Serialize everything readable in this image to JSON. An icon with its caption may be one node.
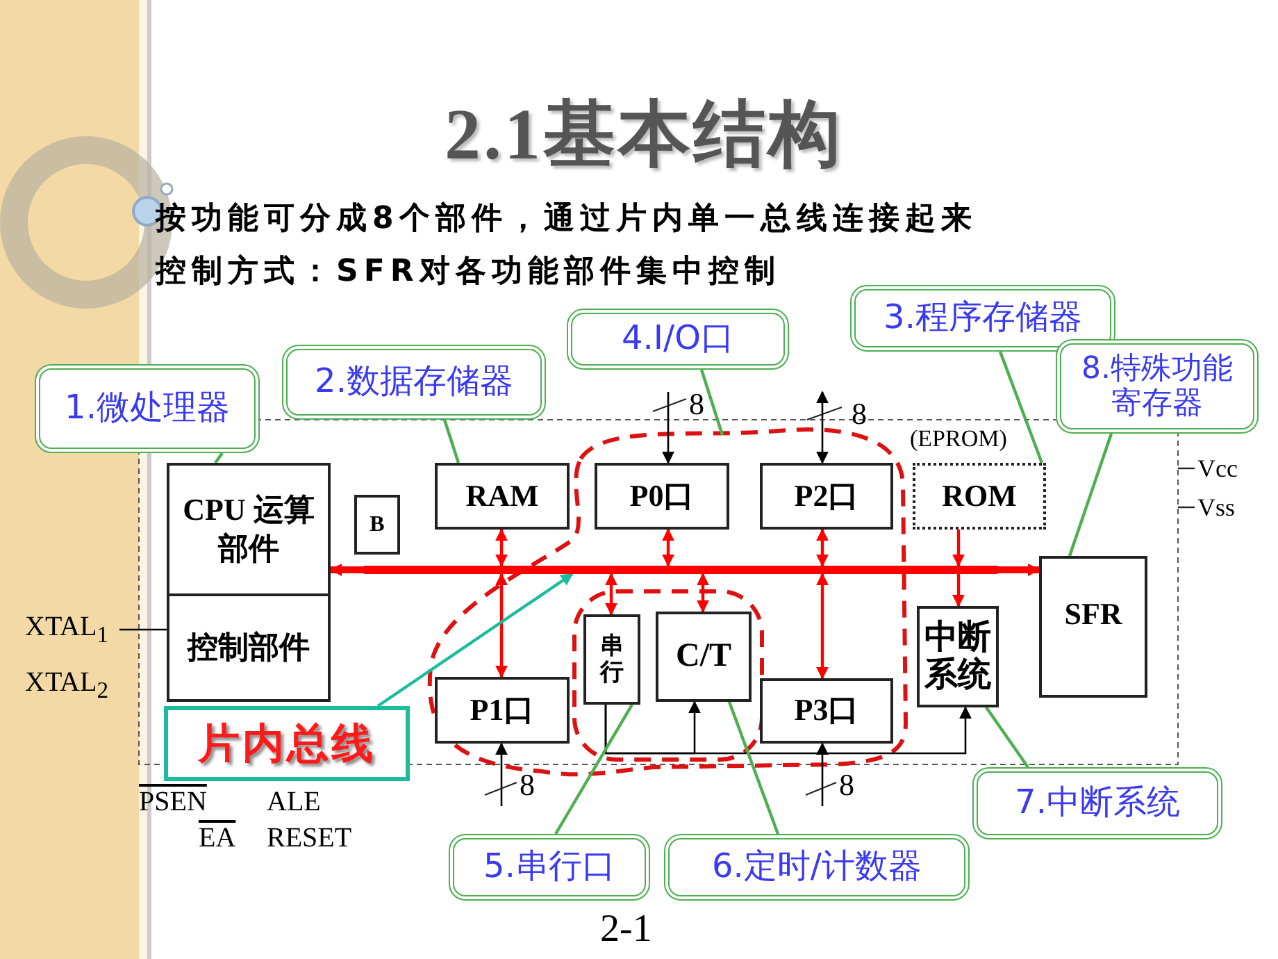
{
  "diagram": {
    "title": "2.1基本结构",
    "nodes": [
      {
        "text": [
          "CPU 运算部件",
          "控制部件"
        ]
      },
      {
        "text": [
          "B"
        ]
      },
      {
        "text": [
          "RAM"
        ]
      },
      {
        "text": [
          "P0口"
        ]
      },
      {
        "text": [
          "P2口"
        ]
      },
      {
        "text": [
          "ROM"
        ],
        "beside": [
          "(EPROM)"
        ]
      },
      {
        "text": [
          "SFR"
        ]
      },
      {
        "text": [
          "P1口"
        ]
      },
      {
        "text": [
          "串行"
        ]
      },
      {
        "text": [
          "C/T"
        ]
      },
      {
        "text": [
          "P3口"
        ]
      },
      {
        "text": [
          "中断系统"
        ]
      },
      {
        "text": [
          "片内总线"
        ]
      },
      {
        "text": [
          "1.微处理器"
        ]
      },
      {
        "text": [
          "2.数据存储器"
        ]
      },
      {
        "text": [
          "4.I/O口"
        ]
      },
      {
        "text": [
          "3.程序存储器"
        ]
      },
      {
        "text": [
          "8.特殊功能寄存器"
        ]
      },
      {
        "text": [
          "5.串行口"
        ]
      },
      {
        "text": [
          "6.定时/计数器"
        ]
      },
      {
        "text": [
          "7.中断系统"
        ]
      },
      {
        "text": [],
        "shape": "bar"
      },
      {
        "text": [
          "XTAL$_{1}$"
        ]
      }
    ],
    "edges": [
      {
        "from": 21,
        "to": 0,
        "arrow": "to",
        "style": "thick"
      },
      {
        "from": 21,
        "to": 6,
        "arrow": "to",
        "style": "thick"
      },
      {
        "from": 2,
        "to": 21,
        "arrow": "both"
      },
      {
        "from": 3,
        "to": 21,
        "arrow": "both"
      },
      {
        "from": 4,
        "to": 21,
        "arrow": "both"
      },
      {
        "from": 5,
        "to": 21,
        "arrow": "to"
      },
      {
        "from": 21,
        "to": 7,
        "arrow": "both"
      },
      {
        "from": 21,
        "to": 8,
        "arrow": "both"
      },
      {
        "from": 21,
        "to": 9,
        "arrow": "both"
      },
      {
        "from": 21,
        "to": 10,
        "arrow": "both"
      },
      {
        "from": 21,
        "to": 11,
        "arrow": "to"
      },
      {
        "from": null,
        "to": 3,
        "arrow": "to",
        "color": "#000000"
      },
      {
        "from": null,
        "to": 4,
        "arrow": "both",
        "color": "#000000"
      },
      {
        "from": null,
        "to": 7,
        "arrow": "to",
        "color": "#000000"
      },
      {
        "from": null,
        "to": 10,
        "arrow": "to",
        "color": "#000000"
      },
      {
        "from": 8,
        "to": 9,
        "arrow": "to",
        "color": "#000000"
      },
      {
        "from": 8,
        "to": 11,
        "arrow": "to",
        "color": "#000000"
      },
      {
        "from": 12,
        "to": 21,
        "arrow": "to",
        "color": "#1abc9c"
      },
      {
        "from": 13,
        "to": 0,
        "arrow": "none",
        "color": "#4caf50"
      },
      {
        "from": 14,
        "to": 2,
        "arrow": "none",
        "color": "#4caf50"
      },
      {
        "from": 15,
        "to": null,
        "arrow": "none",
        "color": "#4caf50"
      },
      {
        "from": 16,
        "to": 5,
        "arrow": "none",
        "color": "#4caf50"
      },
      {
        "from": 17,
        "to": 6,
        "arrow": "none",
        "color": "#4caf50"
      },
      {
        "from": 18,
        "to": 8,
        "arrow": "none",
        "color": "#4caf50"
      },
      {
        "from": 19,
        "to": 9,
        "arrow": "none",
        "color": "#4caf50"
      },
      {
        "from": 20,
        "to": 11,
        "arrow": "none",
        "color": "#4caf50"
      },
      {
        "from": 22,
        "to": 0,
        "arrow": "none",
        "color": "#000000"
      }
    ],
    "labels": [
      "按功能可分成8个部件，通过片内单一总线连接起来",
      "控制方式：SFR对各功能部件集中控制",
      "8",
      "8",
      "Vcc",
      "Vss",
      "XTAL$_{2}$",
      "8",
      "8",
      "PSEN",
      "ALE",
      "EA",
      "RESET",
      "2-1"
    ]
  }
}
